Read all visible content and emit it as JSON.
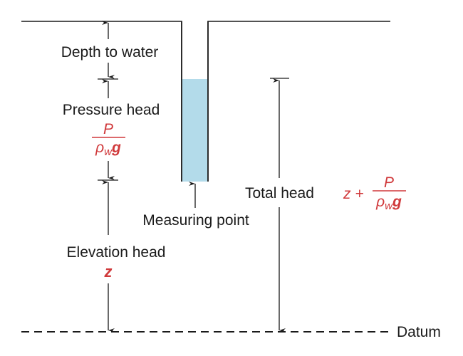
{
  "labels": {
    "depth_to_water": "Depth to water",
    "pressure_head": "Pressure head",
    "elevation_head": "Elevation head",
    "measuring_point": "Measuring point",
    "total_head": "Total head",
    "datum": "Datum"
  },
  "formulas": {
    "pressure_numerator": "P",
    "pressure_denominator_rho": "ρ",
    "pressure_denominator_sub": "w",
    "pressure_denominator_g": "g",
    "elevation": "z",
    "total_prefix": "z +",
    "total_numerator": "P",
    "total_denominator_rho": "ρ",
    "total_denominator_sub": "w",
    "total_denominator_g": "g"
  },
  "colors": {
    "formula": "#d0393b",
    "water": "#b3dbea",
    "line": "#1a1a1a"
  }
}
